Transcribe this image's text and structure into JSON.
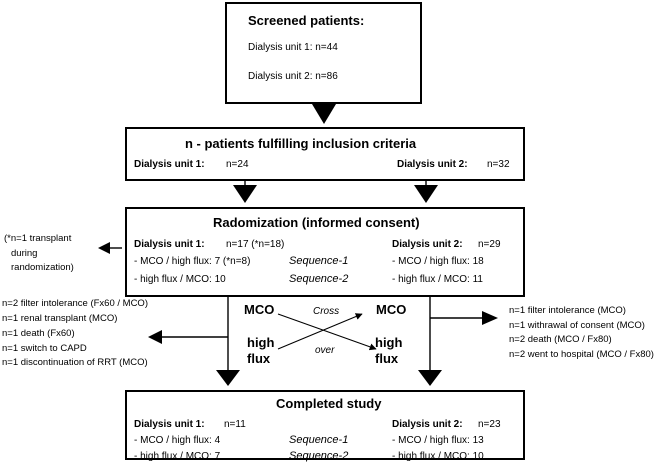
{
  "screened": {
    "title": "Screened patients:",
    "unit1": "Dialysis unit 1:  n=44",
    "unit2": "Dialysis unit 2:  n=86"
  },
  "inclusion": {
    "title": "n - patients fulfilling inclusion criteria",
    "unit1_label": "Dialysis unit 1:",
    "unit1_value": "n=24",
    "unit2_label": "Dialysis unit 2:",
    "unit2_value": "n=32"
  },
  "randomization": {
    "title": "Radomization (informed consent)",
    "unit1_label": "Dialysis unit 1:",
    "unit1_value": "n=17 (*n=18)",
    "unit1_row1": "- MCO / high flux: 7 (*n=8)",
    "unit1_row2": "- high flux  / MCO:  10",
    "sequence1": "Sequence-1",
    "sequence2": "Sequence-2",
    "unit2_label": "Dialysis unit 2:",
    "unit2_value": "n=29",
    "unit2_row1": "- MCO / high flux: 18",
    "unit2_row2": "- high flux  / MCO:  11"
  },
  "side_note": [
    "(*n=1 transplant",
    "during",
    "randomization)"
  ],
  "dropouts_left": [
    "n=2 filter intolerance (Fx60 / MCO)",
    "n=1 renal transplant (MCO)",
    "n=1 death (Fx60)",
    "n=1 switch to CAPD",
    "n=1 discontinuation of RRT (MCO)"
  ],
  "dropouts_right": [
    "n=1 filter intolerance (MCO)",
    "n=1 withrawal of consent (MCO)",
    "n=2 death (MCO / Fx80)",
    "n=2 went to hospital (MCO / Fx80)"
  ],
  "crossover": {
    "left_top": "MCO",
    "left_bottom_1": "high",
    "left_bottom_2": "flux",
    "right_top": "MCO",
    "right_bottom_1": "high",
    "right_bottom_2": "flux",
    "cross_label": "Cross",
    "over_label": "over"
  },
  "completed": {
    "title": "Completed study",
    "unit1_label": "Dialysis unit 1:",
    "unit1_value": "n=11",
    "unit1_row1": "- MCO / high flux: 4",
    "unit1_row2": "- high flux  / MCO:  7",
    "sequence1": "Sequence-1",
    "sequence2": "Sequence-2",
    "unit2_label": "Dialysis unit 2:",
    "unit2_value": "n=23",
    "unit2_row1": "- MCO / high flux: 13",
    "unit2_row2": "- high flux  / MCO:  10"
  }
}
